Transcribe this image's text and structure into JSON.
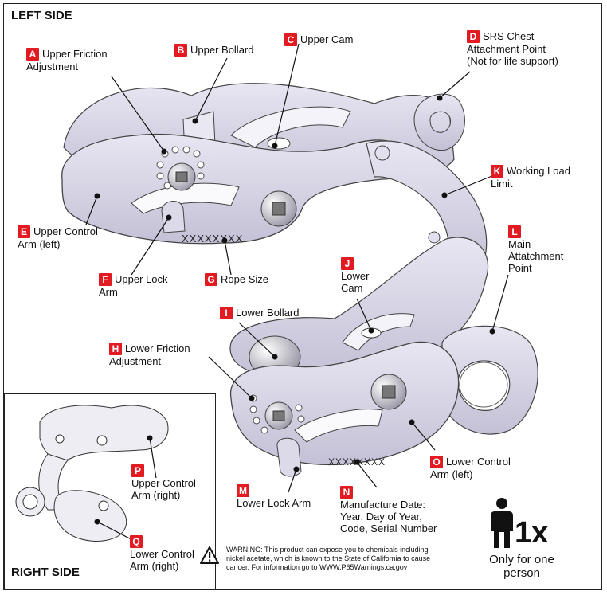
{
  "sections": {
    "left_title": "LEFT SIDE",
    "right_title": "RIGHT SIDE"
  },
  "callouts": [
    {
      "key": "A",
      "text": "Upper Friction Adjustment"
    },
    {
      "key": "B",
      "text": "Upper Bollard"
    },
    {
      "key": "C",
      "text": "Upper Cam"
    },
    {
      "key": "D",
      "text": "SRS Chest Attachment Point (Not for life support)"
    },
    {
      "key": "E",
      "text": "Upper Control Arm (left)"
    },
    {
      "key": "F",
      "text": "Upper Lock Arm"
    },
    {
      "key": "G",
      "text": "Rope Size"
    },
    {
      "key": "H",
      "text": "Lower Friction Adjustment"
    },
    {
      "key": "I",
      "text": "Lower Bollard"
    },
    {
      "key": "J",
      "text": "Lower Cam"
    },
    {
      "key": "K",
      "text": "Working Load Limit"
    },
    {
      "key": "L",
      "text": "Main Attatchment Point"
    },
    {
      "key": "M",
      "text": "Lower Lock Arm"
    },
    {
      "key": "N",
      "text": "Manufacture Date: Year, Day of Year, Code, Serial Number"
    },
    {
      "key": "O",
      "text": "Lower Control Arm (left)"
    },
    {
      "key": "P",
      "text": "Upper Control Arm (right)"
    },
    {
      "key": "Q",
      "text": "Lower Control Arm (right)"
    }
  ],
  "engraving": {
    "rope_size": "XXXXXXXX",
    "manufacture": "XXXXXXXX"
  },
  "warning": "WARNING: This product can expose you to chemicals including nickel acetate, which is known to the State of California to cause cancer. For information go to WWW.P65Warnings.ca.gov",
  "capacity": {
    "count": "1x",
    "text": "Only for one person"
  },
  "colors": {
    "badge": "#e21b22",
    "metal": "#d4d0e4",
    "metal_dark": "#b9b5cc",
    "outline": "#444444"
  }
}
